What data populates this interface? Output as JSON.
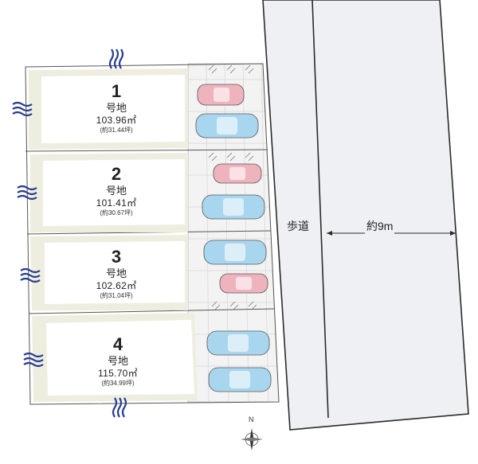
{
  "lots": [
    {
      "number": "1",
      "label": "号地",
      "area": "103.96㎡",
      "tsubo": "(約31.44坪)"
    },
    {
      "number": "2",
      "label": "号地",
      "area": "101.41㎡",
      "tsubo": "(約30.67坪)"
    },
    {
      "number": "3",
      "label": "号地",
      "area": "102.62㎡",
      "tsubo": "(約31.04坪)"
    },
    {
      "number": "4",
      "label": "号地",
      "area": "115.70㎡",
      "tsubo": "(約34.99坪)"
    }
  ],
  "road": {
    "sidewalk_label": "歩道",
    "width_label": "約9m"
  },
  "compass": {
    "label": "N"
  },
  "colors": {
    "road": "#eef0f3",
    "car_blue": "#a9d6ef",
    "car_pink": "#efb3bd",
    "water": "#2a3f8f",
    "lot_shadow": "#eeeee0"
  }
}
